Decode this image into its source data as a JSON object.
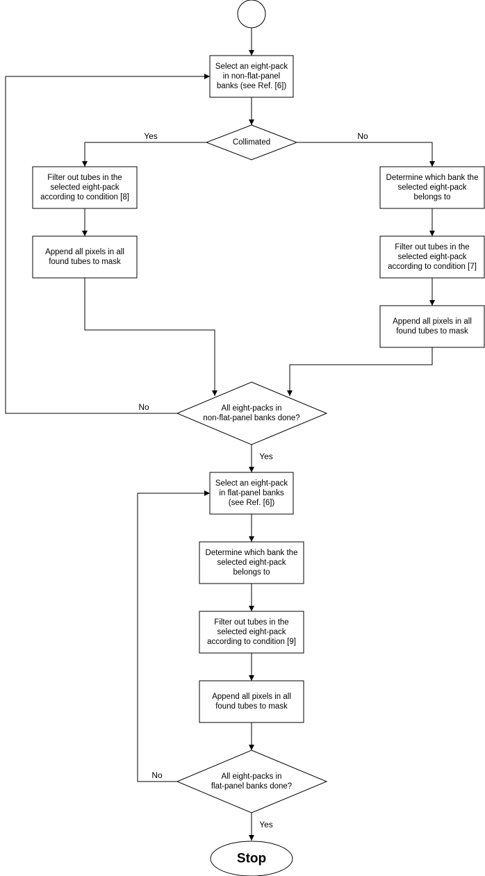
{
  "nodes": {
    "select_nonflat": [
      "Select an eight-pack",
      "in non-flat-panel",
      "banks (see Ref. [6])"
    ],
    "collimated": [
      "Collimated"
    ],
    "filter_8": [
      "Filter out tubes in the",
      "selected eight-pack",
      "according to condition [8]"
    ],
    "append_left": [
      "Append all pixels in all",
      "found tubes to mask"
    ],
    "determine_right": [
      "Determine which bank the",
      "selected eight-pack",
      "belongs to"
    ],
    "filter_7": [
      "Filter out tubes in the",
      "selected eight-pack",
      "according to condition [7]"
    ],
    "append_right": [
      "Append all pixels in all",
      "found tubes to mask"
    ],
    "all_nonflat": [
      "All eight-packs in",
      "non-flat-panel banks done?"
    ],
    "select_flat": [
      "Select an eight-pack",
      "in flat-panel banks",
      "(see Ref. [6])"
    ],
    "determine_flat": [
      "Determine which bank the",
      "selected eight-pack",
      "belongs to"
    ],
    "filter_9": [
      "Filter out tubes in the",
      "selected eight-pack",
      "according to condition [9]"
    ],
    "append_flat": [
      "Append all pixels in all",
      "found tubes to mask"
    ],
    "all_flat": [
      "All eight-packs in",
      "flat-panel banks done?"
    ],
    "stop": [
      "Stop"
    ]
  },
  "edge_labels": {
    "collimated_yes": "Yes",
    "collimated_no": "No",
    "nonflat_no": "No",
    "nonflat_yes": "Yes",
    "flat_no": "No",
    "flat_yes": "Yes"
  }
}
